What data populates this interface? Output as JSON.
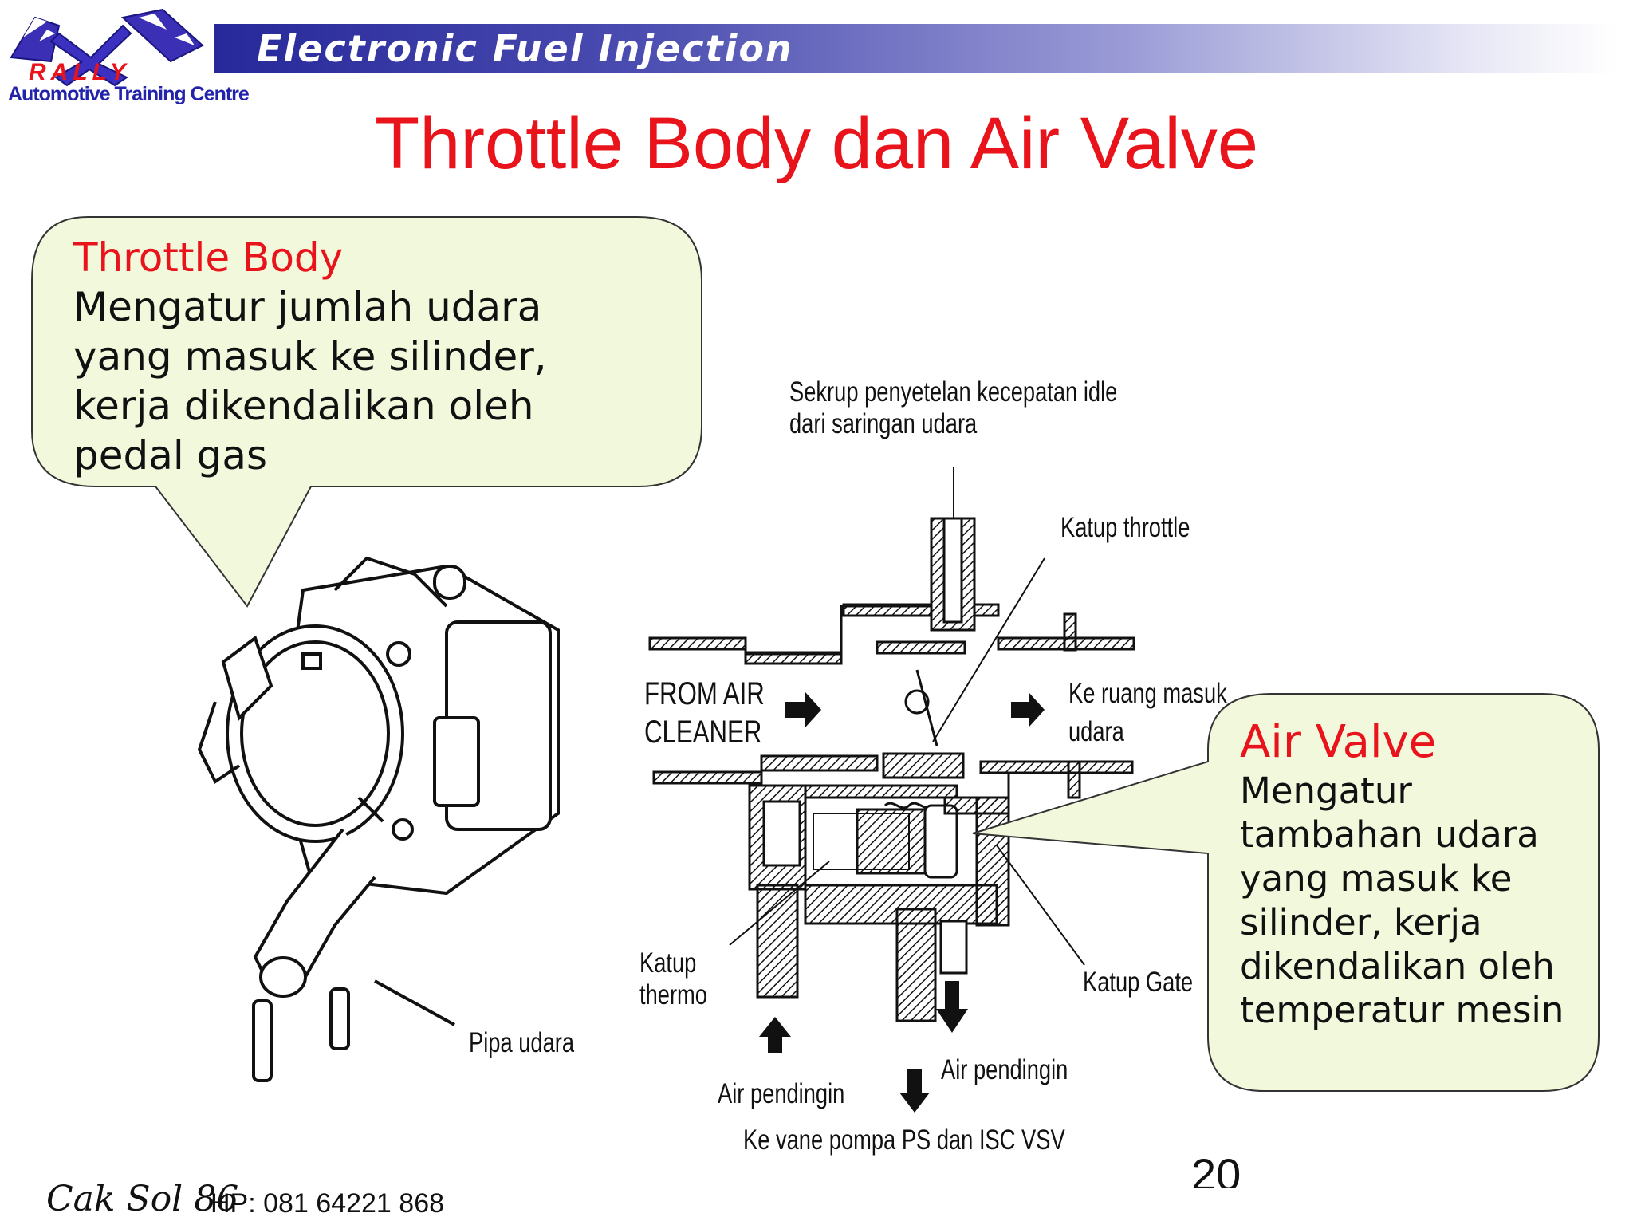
{
  "header": {
    "title": "Electronic Fuel Injection"
  },
  "logo": {
    "brand": "RALLY",
    "subtitle": "Automotive Training Centre"
  },
  "slide": {
    "title": "Throttle Body dan Air Valve"
  },
  "callouts": {
    "throttle_body": {
      "heading": "Throttle Body",
      "body": "Mengatur jumlah udara\nyang masuk ke silinder,\nkerja dikendalikan oleh\npedal gas"
    },
    "air_valve": {
      "heading": "Air Valve",
      "body": "Mengatur\ntambahan udara\nyang masuk ke\nsilinder, kerja\ndikendalikan oleh\ntemperatur mesin"
    }
  },
  "diagram_labels": {
    "screw": "Sekrup penyetelan kecepatan idle\ndari saringan udara",
    "throttle_valve": "Katup throttle",
    "from_air_cleaner": "FROM AIR\nCLEANER",
    "to_intake": "Ke ruang masuk\nudara",
    "thermo_valve": "Katup\nthermo",
    "gate_valve": "Katup Gate",
    "coolant_in": "Air pendingin",
    "coolant_out": "Air pendingin",
    "to_vane_pump": "Ke vane pompa PS dan ISC VSV",
    "air_pipe": "Pipa udara"
  },
  "footer": {
    "author": "Cak Sol 86",
    "phone": "HP: 081 64221 868",
    "page_number": "20"
  },
  "colors": {
    "accent_red": "#e8131b",
    "callout_fill": "#f2f8dc",
    "header_blue": "#27289a"
  }
}
